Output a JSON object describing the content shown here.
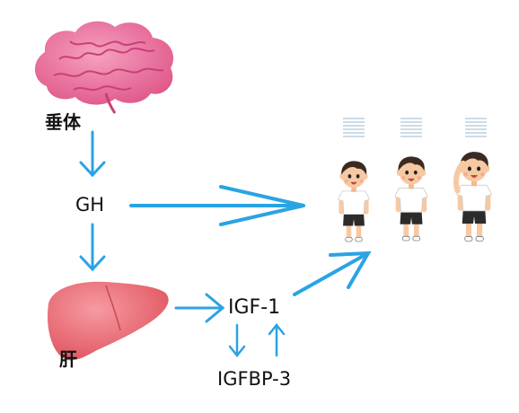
{
  "labels": {
    "pituitary": "垂体",
    "gh": "GH",
    "liver": "肝",
    "igf1": "IGF-1",
    "igfbp3": "IGFBP-3"
  },
  "colors": {
    "arrow": "#2ba3e3",
    "brain": "#e96c9a",
    "liver": "#ec6f7b",
    "height_marks": "#9ab9cf",
    "shirt": "#ffffff",
    "shorts": "#2d2a2a",
    "hair": "#3b2a22",
    "skin": "#f7c9a2"
  },
  "icons": {
    "brain": "brain-icon",
    "liver": "liver-icon",
    "children": "growing-children-icon"
  }
}
